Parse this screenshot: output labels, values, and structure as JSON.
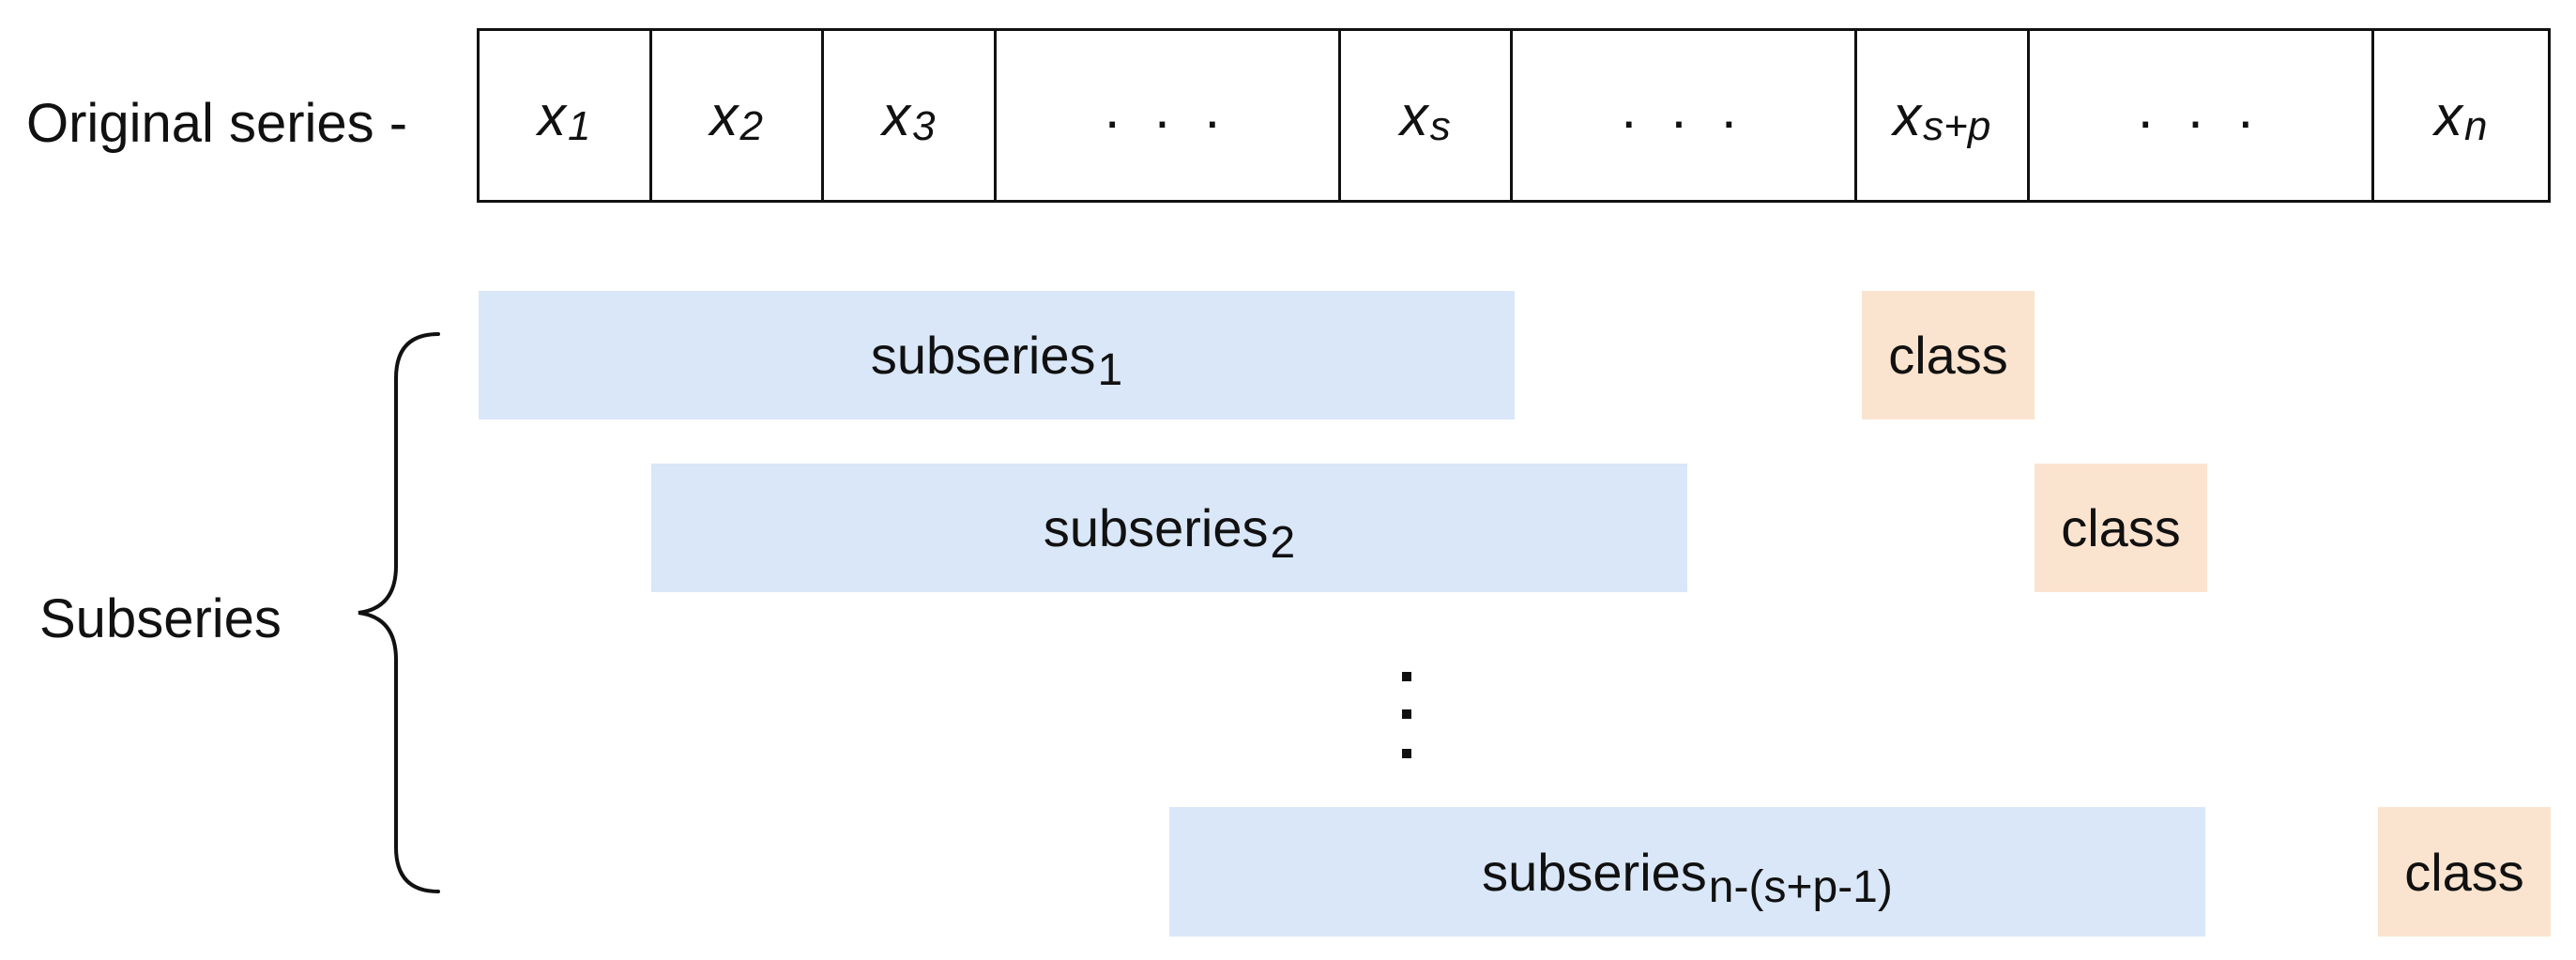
{
  "original_series": {
    "label": "Original series -",
    "cells": [
      {
        "type": "var",
        "symbol": "x",
        "subscript": "1"
      },
      {
        "type": "var",
        "symbol": "x",
        "subscript": "2"
      },
      {
        "type": "var",
        "symbol": "x",
        "subscript": "3"
      },
      {
        "type": "ellipsis",
        "text": ". . ."
      },
      {
        "type": "var",
        "symbol": "x",
        "subscript": "s"
      },
      {
        "type": "ellipsis",
        "text": ". . ."
      },
      {
        "type": "var",
        "symbol": "x",
        "subscript": "s+p"
      },
      {
        "type": "ellipsis",
        "text": ". . ."
      },
      {
        "type": "var",
        "symbol": "x",
        "subscript": "n"
      }
    ]
  },
  "subseries": {
    "label": "Subseries",
    "rows": [
      {
        "name": "subseries",
        "index": "1",
        "class_label": "class"
      },
      {
        "name": "subseries",
        "index": "2",
        "class_label": "class"
      },
      {
        "name": "subseries",
        "index": "n-(s+p-1)",
        "class_label": "class"
      }
    ],
    "colors": {
      "subseries_fill": "#d9e7f8",
      "class_fill": "#fbe4cf",
      "line": "#111111"
    }
  }
}
